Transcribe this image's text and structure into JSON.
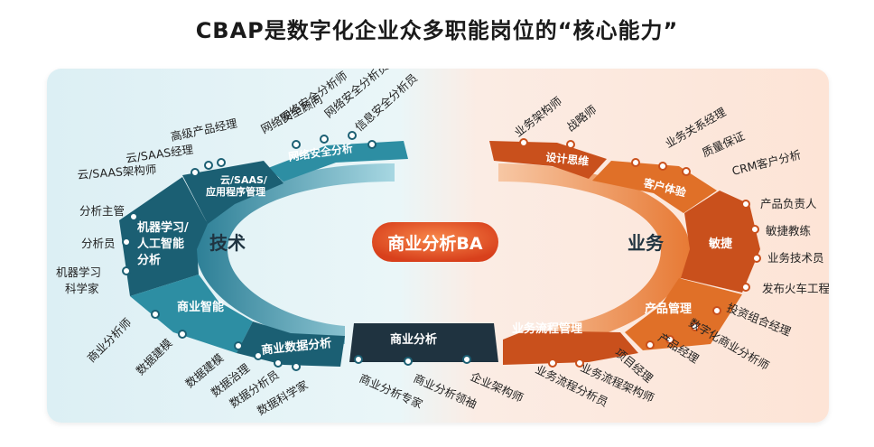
{
  "title": "CBAP是数字化企业众多职能岗位的“核心能力”",
  "center": "商业分析BA",
  "left_side": "技术",
  "right_side": "业务",
  "colors": {
    "teal_dark": "#1b5f73",
    "teal_mid": "#2d8ea3",
    "teal_light": "#5fb4c7",
    "navy": "#1f3340",
    "orange_dark": "#c9501c",
    "orange_mid": "#e07028",
    "orange_light": "#f19a5a"
  },
  "segments": {
    "security": {
      "name": "网络安全分析",
      "roles": [
        "网络安全顾问",
        "网络安全分析师",
        "网络安全分析员",
        "信息安全分析员"
      ]
    },
    "cloud": {
      "name": [
        "云/SAAS/",
        "应用程序管理"
      ],
      "roles": [
        "高级产品经理",
        "云/SAAS经理",
        "云/SAAS架构师"
      ]
    },
    "ml": {
      "name": [
        "机器学习/",
        "人工智能",
        "分析"
      ],
      "roles": [
        "分析主管",
        "分析员",
        "机器学习",
        "科学家"
      ]
    },
    "bi": {
      "name": "商业智能",
      "roles": [
        "商业分析师",
        "数据建模"
      ]
    },
    "data": {
      "name": "商业数据分析",
      "roles": [
        "数据建模",
        "数据治理",
        "数据分析员",
        "数据科学家"
      ]
    },
    "ba": {
      "name": "商业分析",
      "roles": [
        "商业分析专家",
        "商业分析领袖",
        "企业架构师"
      ]
    },
    "process": {
      "name": "业务流程管理",
      "roles": [
        "业务流程分析员",
        "业务流程架构师"
      ]
    },
    "product": {
      "name": "产品管理",
      "roles": [
        "项目经理",
        "产品经理",
        "数字化商业分析师",
        "投资组合经理"
      ]
    },
    "agile": {
      "name": "敏捷",
      "roles": [
        "产品负责人",
        "敏捷教练",
        "业务技术员",
        "发布火车工程师"
      ]
    },
    "cx": {
      "name": "客户体验",
      "roles": [
        "业务关系经理",
        "质量保证",
        "CRM客户分析"
      ]
    },
    "design": {
      "name": "设计思维",
      "roles": [
        "业务架构师",
        "战略师"
      ]
    }
  }
}
